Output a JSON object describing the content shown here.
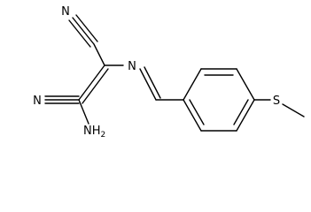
{
  "molecule": {
    "atoms": {
      "nitrile_n_top": "N",
      "nitrile_n_bottom": "N",
      "imine_n": "N",
      "amine": {
        "symbol": "NH",
        "subscript": "2"
      },
      "sulfur": "S"
    }
  }
}
